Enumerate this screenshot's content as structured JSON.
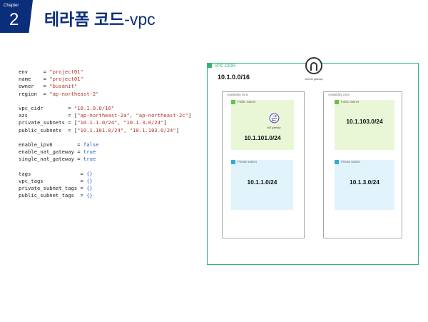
{
  "header": {
    "chapter_word": "Chapter",
    "chapter_number": "2",
    "title_main": "테라폼 코드",
    "title_suffix": "-vpc"
  },
  "code": {
    "l01": {
      "key": "env     = ",
      "val": "\"project01\""
    },
    "l02": {
      "key": "name    = ",
      "val": "\"project01\""
    },
    "l03": {
      "key": "owner   = ",
      "val": "\"busanit\""
    },
    "l04": {
      "key": "region  = ",
      "val": "\"ap-northeast-2\""
    },
    "l05": {
      "key": "vpc_cidr        = ",
      "val": "\"10.1.0.0/16\""
    },
    "l06": {
      "key": "azs             = [",
      "val": "\"ap-northeast-2a\", \"ap-northeast-2c\"",
      "end": "]"
    },
    "l07": {
      "key": "private_subnets = [",
      "val": "\"10.1.1.0/24\", \"10.1.3.0/24\"",
      "end": "]"
    },
    "l08": {
      "key": "public_subnets  = [",
      "val": "\"10.1.101.0/24\", \"10.1.103.0/24\"",
      "end": "]"
    },
    "l09": {
      "key": "enable_ipv6        = ",
      "val": "false"
    },
    "l10": {
      "key": "enable_nat_gateway = ",
      "val": "true"
    },
    "l11": {
      "key": "single_nat_gateway = ",
      "val": "true"
    },
    "l12": {
      "key": "tags                = ",
      "val": "{}"
    },
    "l13": {
      "key": "vpc_tags            = ",
      "val": "{}"
    },
    "l14": {
      "key": "private_subnet_tags = ",
      "val": "{}"
    },
    "l15": {
      "key": "public_subnet_tags  = ",
      "val": "{}"
    }
  },
  "diagram": {
    "vpc_label": "VPC-CIDR",
    "vpc_cidr": "10.1.0.0/16",
    "igw_label": "internet gateway",
    "az_label": "Availability zone",
    "public_label": "Public subnet",
    "private_label": "Private subnet",
    "nat_label": "NAT gateway",
    "public_cidr_1": "10.1.101.0/24",
    "public_cidr_2": "10.1.103.0/24",
    "private_cidr_1": "10.1.1.0/24",
    "private_cidr_2": "10.1.3.0/24",
    "colors": {
      "brand": "#0b2e7a",
      "vpc_border": "#2bb673",
      "public_fill": "#e9f7d7",
      "private_fill": "#e1f4fb",
      "string_literal": "#b0372b",
      "keyword_literal": "#1f5fbf"
    }
  }
}
